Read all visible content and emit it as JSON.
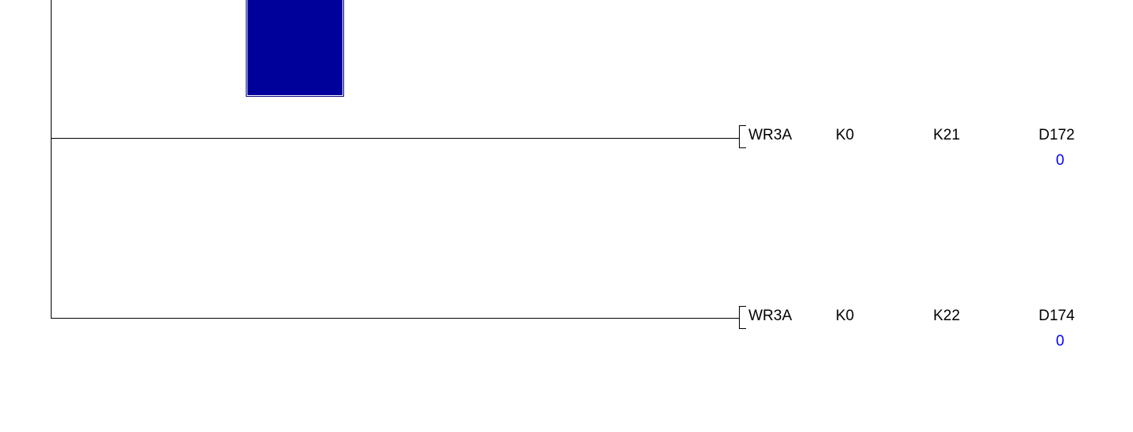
{
  "view": {
    "name": "ladder-diagram",
    "background_color": "#FFFFFF",
    "wire_color": "#000000",
    "text_color": "#000000",
    "monitor_value_color": "#0000FF",
    "selection_color": "#00009B",
    "selection_border_color": "#000080"
  },
  "selection": {
    "label": "",
    "color": "#00009B"
  },
  "rungs": [
    {
      "id": "rung-1",
      "instruction": "WR3A",
      "operands": [
        {
          "label": "K0"
        },
        {
          "label": "K21"
        },
        {
          "label": "D172"
        }
      ],
      "monitor": {
        "device": "D172",
        "value": "0"
      }
    },
    {
      "id": "rung-2",
      "instruction": "WR3A",
      "operands": [
        {
          "label": "K0"
        },
        {
          "label": "K22"
        },
        {
          "label": "D174"
        }
      ],
      "monitor": {
        "device": "D174",
        "value": "0"
      }
    }
  ]
}
